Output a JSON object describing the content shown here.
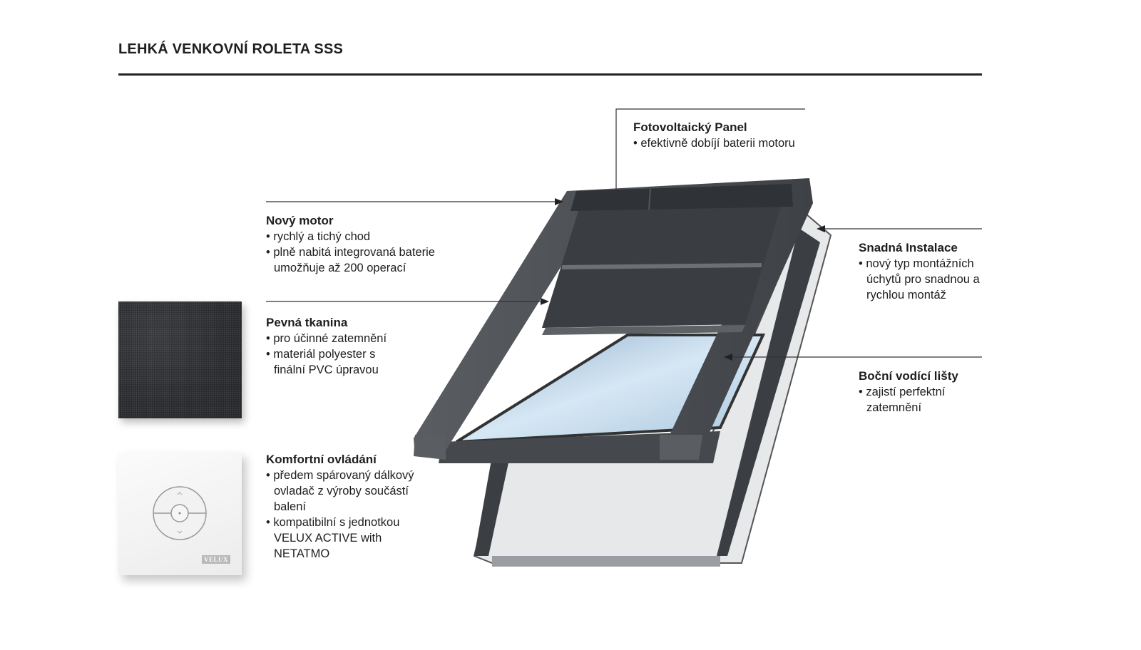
{
  "title": "LEHKÁ VENKOVNÍ ROLETA SSS",
  "features": {
    "panel": {
      "heading": "Fotovoltaický Panel",
      "bullets": [
        "efektivně dobíjí baterii motoru"
      ]
    },
    "motor": {
      "heading": "Nový motor",
      "bullets": [
        "rychlý a tichý chod",
        "plně nabitá integrovaná baterie umožňuje až 200 operací"
      ]
    },
    "fabric": {
      "heading": "Pevná tkanina",
      "bullets": [
        "pro účinné zatemnění",
        "materiál polyester s finální PVC úpravou"
      ]
    },
    "control": {
      "heading": "Komfortní ovládání",
      "bullets": [
        "předem spárovaný dálkový ovladač z výroby součástí balení",
        "kompatibilní s jednotkou VELUX ACTIVE with NETATMO"
      ]
    },
    "install": {
      "heading": "Snadná Instalace",
      "bullets": [
        "nový typ montážních úchytů pro snadnou a rychlou montáž"
      ]
    },
    "rails": {
      "heading": "Boční vodící lišty",
      "bullets": [
        "zajistí perfektní zatemnění"
      ]
    }
  },
  "remote_brand": "VELUX",
  "colors": {
    "frame": "#4a4d52",
    "fabric": "#3a3d42",
    "glass": "#bcd6ea",
    "rule": "#222222"
  }
}
